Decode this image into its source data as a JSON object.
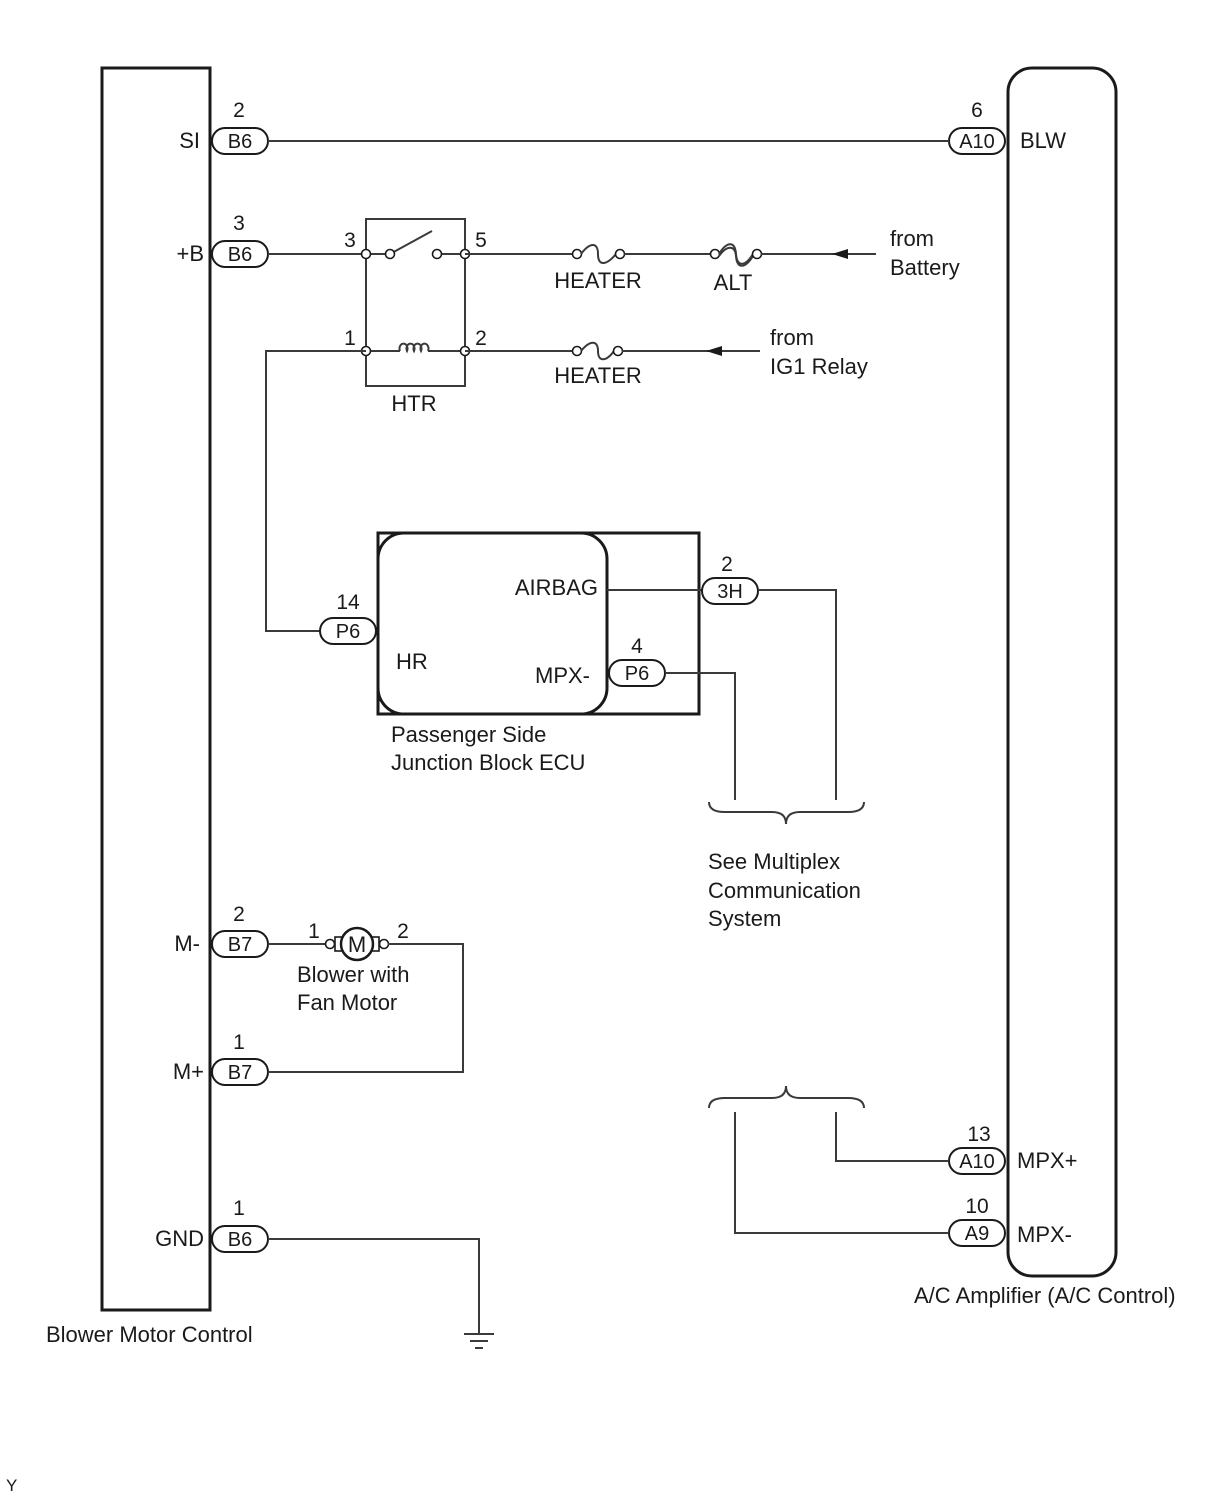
{
  "components": {
    "blower_motor_control": {
      "label": "Blower Motor Control",
      "pins": {
        "si": {
          "name": "SI",
          "num": "2",
          "conn": "B6"
        },
        "plus_b": {
          "name": "+B",
          "num": "3",
          "conn": "B6"
        },
        "m_minus": {
          "name": "M-",
          "num": "2",
          "conn": "B7"
        },
        "m_plus": {
          "name": "M+",
          "num": "1",
          "conn": "B7"
        },
        "gnd": {
          "name": "GND",
          "num": "1",
          "conn": "B6"
        }
      }
    },
    "ac_amplifier": {
      "label": "A/C Amplifier (A/C Control)",
      "pins": {
        "blw": {
          "name": "BLW",
          "num": "6",
          "conn": "A10"
        },
        "mpx_plus": {
          "name": "MPX+",
          "num": "13",
          "conn": "A10"
        },
        "mpx_minus": {
          "name": "MPX-",
          "num": "10",
          "conn": "A9"
        }
      }
    },
    "htr_relay": {
      "label": "HTR",
      "pins": {
        "p3": "3",
        "p5": "5",
        "p1": "1",
        "p2": "2"
      }
    },
    "fuses": {
      "heater_1": "HEATER",
      "alt": "ALT",
      "heater_2": "HEATER"
    },
    "sources": {
      "battery": [
        "from",
        "Battery"
      ],
      "ig1": [
        "from",
        "IG1 Relay"
      ]
    },
    "junction_block": {
      "label": [
        "Passenger Side",
        "Junction Block ECU"
      ],
      "hr": {
        "name": "HR",
        "num": "14",
        "conn": "P6"
      },
      "airbag": {
        "name": "AIRBAG",
        "num": "2",
        "conn": "3H"
      },
      "mpx": {
        "name": "MPX-",
        "num": "4",
        "conn": "P6"
      }
    },
    "blower_motor": {
      "symbol": "M",
      "label": [
        "Blower with",
        "Fan Motor"
      ],
      "pin1": "1",
      "pin2": "2"
    },
    "note": [
      "See Multiplex",
      "Communication",
      "System"
    ]
  },
  "corner_code": "Y"
}
